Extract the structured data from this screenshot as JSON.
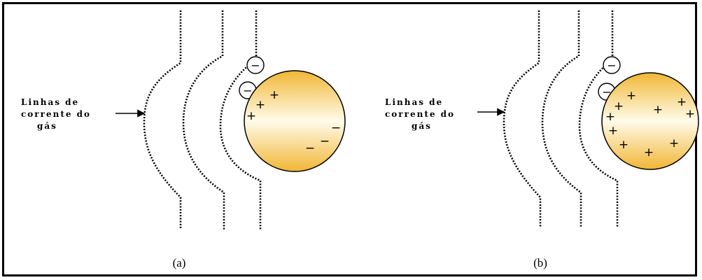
{
  "panel_a": {
    "flow_label_lines": [
      "Linhas de",
      "corrente do",
      "gás"
    ],
    "label": "(a)",
    "ion_symbol": "−",
    "particle_charges": [
      "+",
      "+",
      "+",
      "−",
      "−",
      "−"
    ]
  },
  "panel_b": {
    "flow_label_lines": [
      "Linhas de",
      "corrente do",
      "gás"
    ],
    "label": "(b)",
    "ion_symbol": "−",
    "particle_charges": [
      "+",
      "+",
      "+",
      "+",
      "+",
      "+",
      "+",
      "+",
      "+",
      "+"
    ]
  },
  "colors": {
    "particle_fill_edge": "#f1b634",
    "particle_fill_center": "#fffbea",
    "line": "#000000"
  }
}
